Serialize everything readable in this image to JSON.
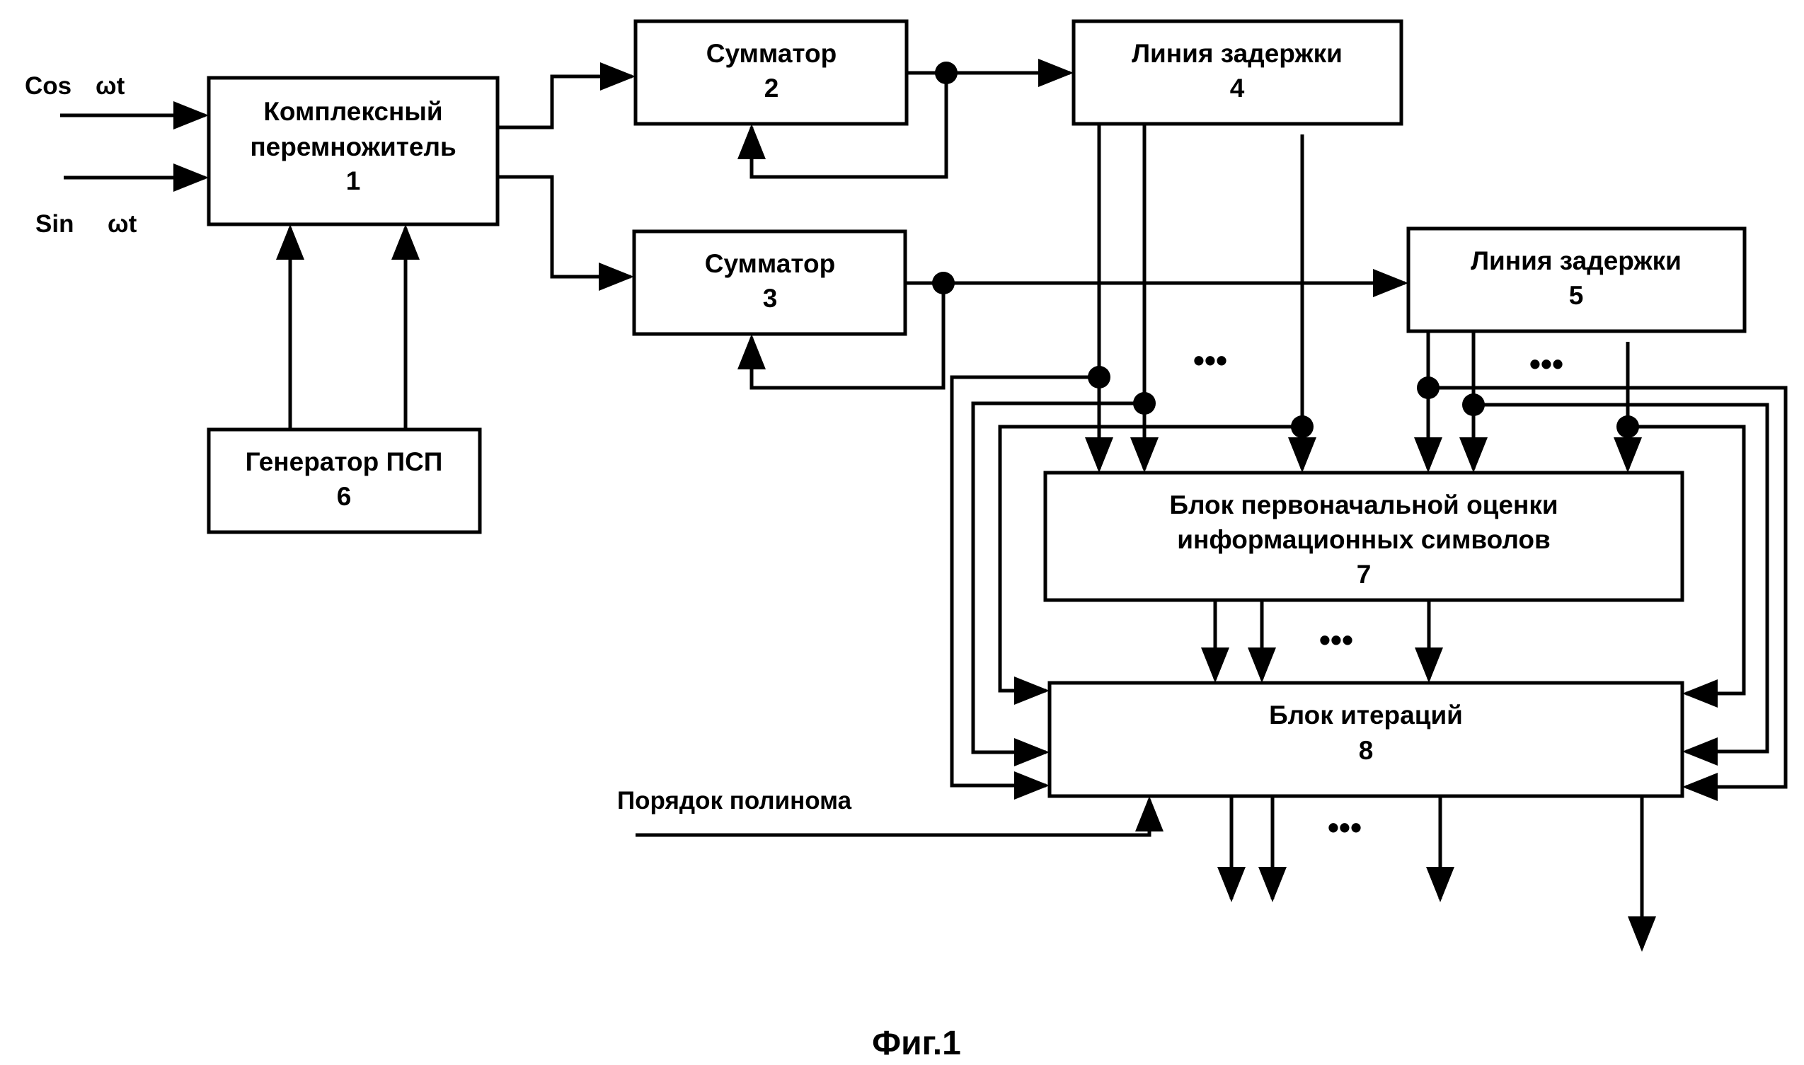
{
  "inputs": {
    "cos": "Cos",
    "sin": "Sin",
    "omega_t": "ωt",
    "polynomial_order": "Порядок полинома"
  },
  "blocks": {
    "complex_multiplier": {
      "line1": "Комплексный",
      "line2": "перемножитель",
      "number": "1"
    },
    "adder_2": {
      "name": "Сумматор",
      "number": "2"
    },
    "adder_3": {
      "name": "Сумматор",
      "number": "3"
    },
    "delay_line_4": {
      "name": "Линия задержки",
      "number": "4"
    },
    "delay_line_5": {
      "name": "Линия задержки",
      "number": "5"
    },
    "prs_generator": {
      "name": "Генератор ПСП",
      "number": "6"
    },
    "initial_estimation": {
      "line1": "Блок первоначальной оценки",
      "line2": "информационных символов",
      "number": "7"
    },
    "iteration_block": {
      "name": "Блок итераций",
      "number": "8"
    }
  },
  "ellipsis": "•••",
  "caption": "Фиг.1"
}
